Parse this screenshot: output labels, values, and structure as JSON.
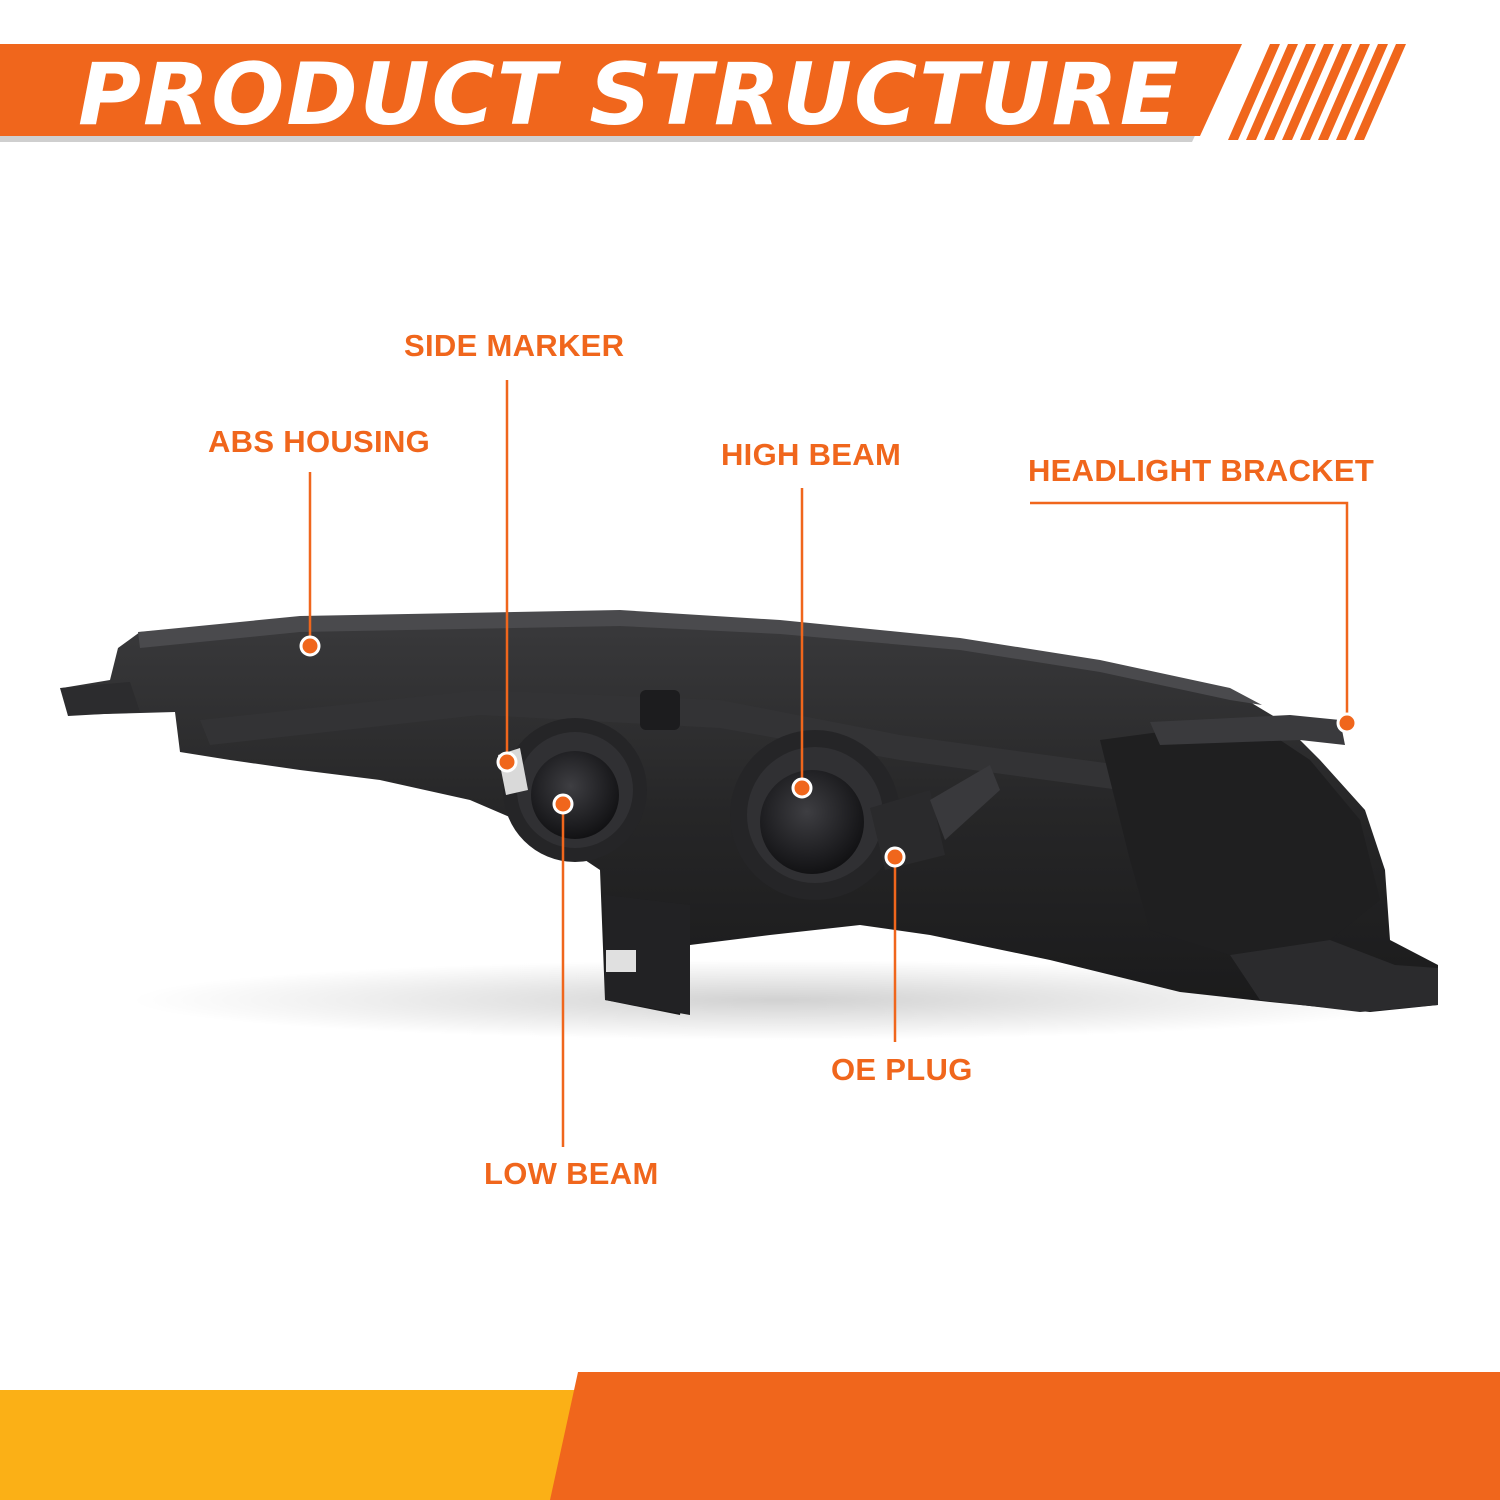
{
  "header": {
    "title": "PRODUCT STRUCTURE"
  },
  "colors": {
    "accent": "#f0661c",
    "footer_yellow": "#fbb016",
    "housing": "#2a2a2b",
    "lens": "#1c1c1e",
    "white": "#ffffff"
  },
  "labels": {
    "side_marker": "SIDE MARKER",
    "abs_housing": "ABS HOUSING",
    "high_beam": "HIGH BEAM",
    "headlight_bracket": "HEADLIGHT BRACKET",
    "oe_plug": "OE PLUG",
    "low_beam": "LOW BEAM"
  }
}
